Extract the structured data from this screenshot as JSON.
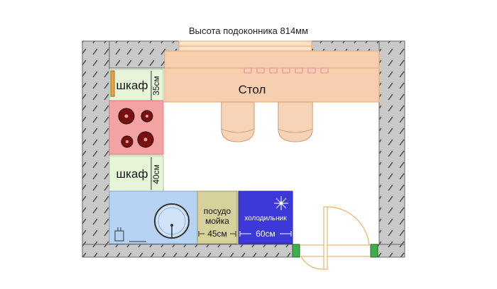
{
  "title": "Высота подоконника 814мм",
  "labels": {
    "table": "Стол",
    "cabinet_top": "шкаф",
    "cabinet_bottom": "шкаф",
    "sink_line1": "посудо",
    "sink_line2": "мойка",
    "fridge": "холодильник"
  },
  "dimensions": {
    "cabinet_top_width": "35см",
    "cabinet_bottom_width": "40см",
    "sink_width": "45см",
    "fridge_width": "60см"
  },
  "colors": {
    "wall": "#c9c9c9",
    "table": "#f8cfae",
    "cabinet": "#e6f5d8",
    "stove": "#f3a3a3",
    "burner": "#7a0f10",
    "sink_counter": "#b6d3f3",
    "dishwasher": "#d7d29b",
    "fridge": "#3c39d8",
    "door": "#f0b030",
    "door_jamb": "#3db04a"
  }
}
